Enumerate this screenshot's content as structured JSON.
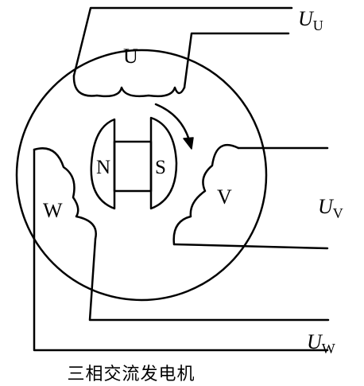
{
  "diagram": {
    "caption": "三相交流发电机",
    "stator_labels": {
      "u": "U",
      "v": "V",
      "w": "W"
    },
    "rotor_labels": {
      "north": "N",
      "south": "S"
    },
    "voltages": {
      "uu": {
        "main": "U",
        "sub": "U"
      },
      "uv": {
        "main": "U",
        "sub": "V"
      },
      "uw": {
        "main": "U",
        "sub": "W"
      }
    }
  },
  "colors": {
    "stroke": "#000000",
    "background": "#ffffff"
  }
}
